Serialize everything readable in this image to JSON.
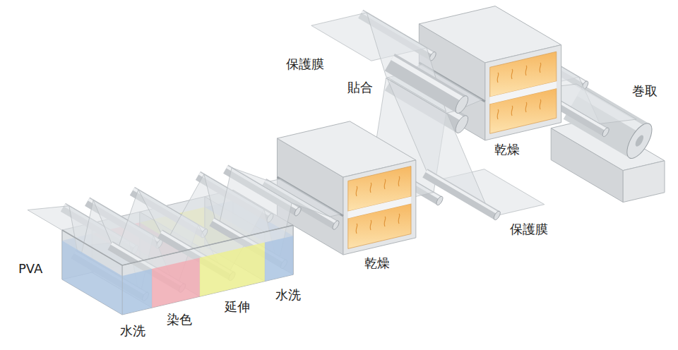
{
  "diagram": {
    "labels": [
      "PVA",
      "水洗",
      "染色",
      "延伸",
      "水洗",
      "乾燥",
      "保護膜",
      "貼合",
      "乾燥",
      "保護膜",
      "巻取"
    ]
  }
}
